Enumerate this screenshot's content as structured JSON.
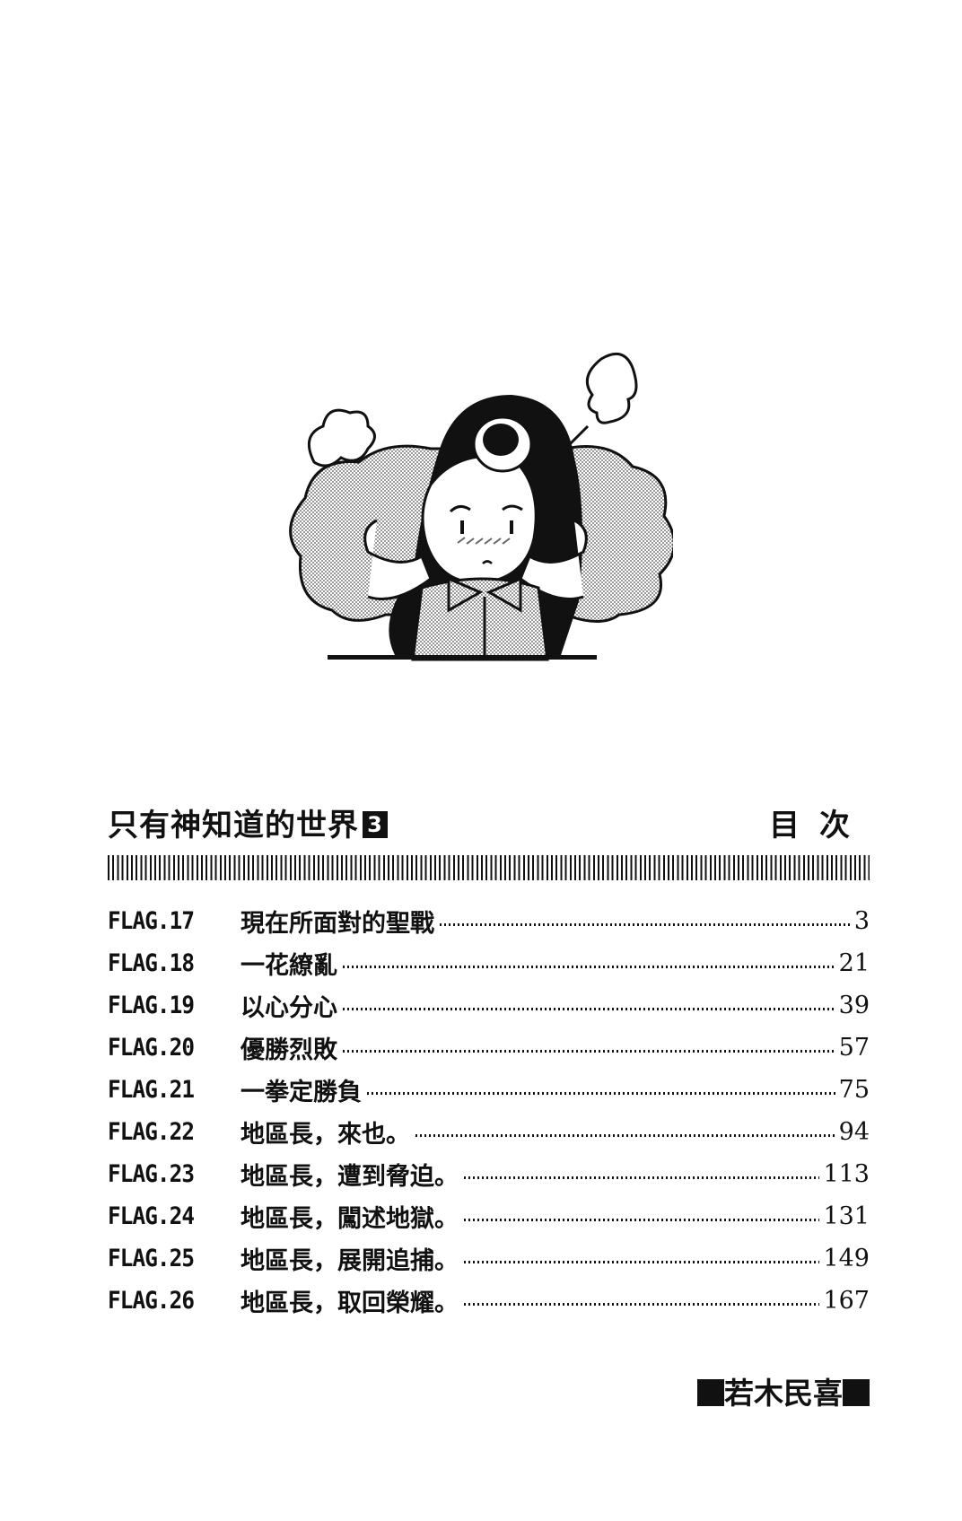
{
  "header": {
    "series_title": "只有神知道的世界",
    "volume": "3",
    "toc_label": "目次"
  },
  "toc": [
    {
      "flag": "FLAG.17",
      "title": "現在所面對的聖戰",
      "page": "3"
    },
    {
      "flag": "FLAG.18",
      "title": "一花繚亂",
      "page": "21"
    },
    {
      "flag": "FLAG.19",
      "title": "以心分心",
      "page": "39"
    },
    {
      "flag": "FLAG.20",
      "title": "優勝烈敗",
      "page": "57"
    },
    {
      "flag": "FLAG.21",
      "title": "一拳定勝負",
      "page": "75"
    },
    {
      "flag": "FLAG.22",
      "title": "地區長，來也。",
      "page": "94"
    },
    {
      "flag": "FLAG.23",
      "title": "地區長，遭到脅迫。",
      "page": "113"
    },
    {
      "flag": "FLAG.24",
      "title": "地區長，闖述地獄。",
      "page": "131"
    },
    {
      "flag": "FLAG.25",
      "title": "地區長，展開追捕。",
      "page": "149"
    },
    {
      "flag": "FLAG.26",
      "title": "地區長，取回榮耀。",
      "page": "167"
    }
  ],
  "author": "若木民喜",
  "illustration": {
    "subject": "manga-girl-with-skull-hairpin-fuming"
  },
  "colors": {
    "ink": "#111111",
    "paper": "#ffffff",
    "screentone": "#bdbdbd"
  }
}
